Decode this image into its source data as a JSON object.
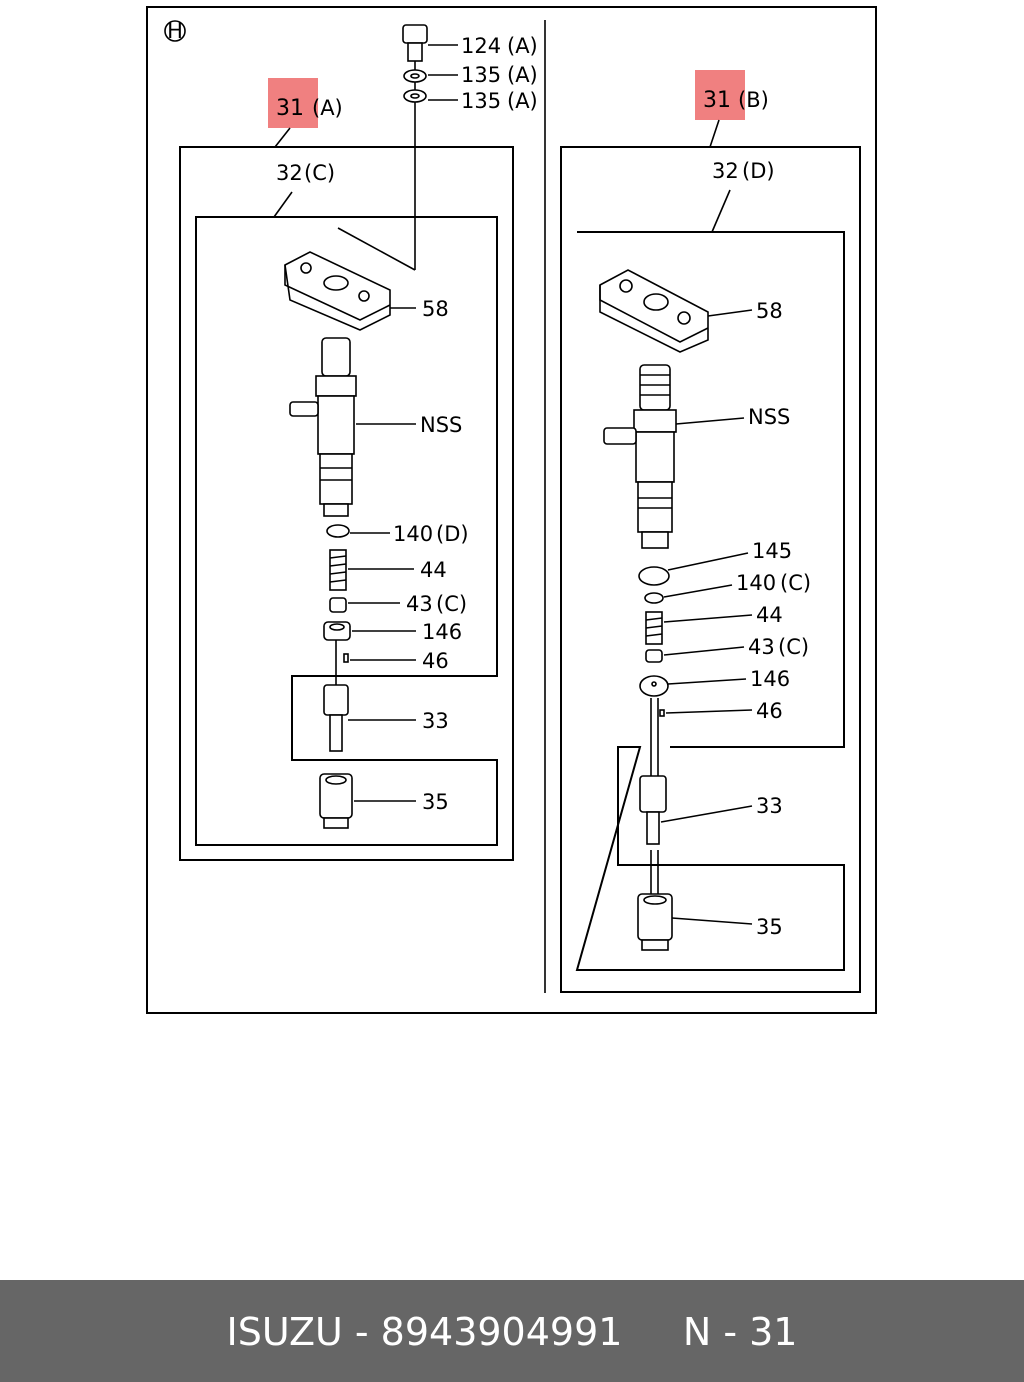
{
  "sheet_marker": "H",
  "top_labels": {
    "bolt": "124",
    "bolt_var": "(A)",
    "washer1": "135",
    "washer1_var": "(A)",
    "washer2": "135",
    "washer2_var": "(A)"
  },
  "left_assembly": {
    "assembly_no": "31",
    "assembly_var": "(A)",
    "sub_no": "32",
    "sub_var": "(C)",
    "parts": {
      "clamp": "58",
      "body": "NSS",
      "shim": "140",
      "shim_var": "(D)",
      "spring": "44",
      "seat": "43",
      "seat_var": "(C)",
      "spacer": "146",
      "pin": "46",
      "nozzle": "33",
      "nut": "35"
    }
  },
  "right_assembly": {
    "assembly_no": "31",
    "assembly_var": "(B)",
    "sub_no": "32",
    "sub_var": "(D)",
    "parts": {
      "clamp": "58",
      "body": "NSS",
      "oring": "145",
      "shim": "140",
      "shim_var": "(C)",
      "spring": "44",
      "seat": "43",
      "seat_var": "(C)",
      "spacer": "146",
      "pin": "46",
      "nozzle": "33",
      "nut": "35"
    }
  },
  "highlight_color": "#f08080",
  "footer": {
    "brand": "ISUZU",
    "part_number": "8943904991",
    "position": "N - 31",
    "text": "ISUZU - 8943904991     N - 31",
    "background": "#666666"
  }
}
